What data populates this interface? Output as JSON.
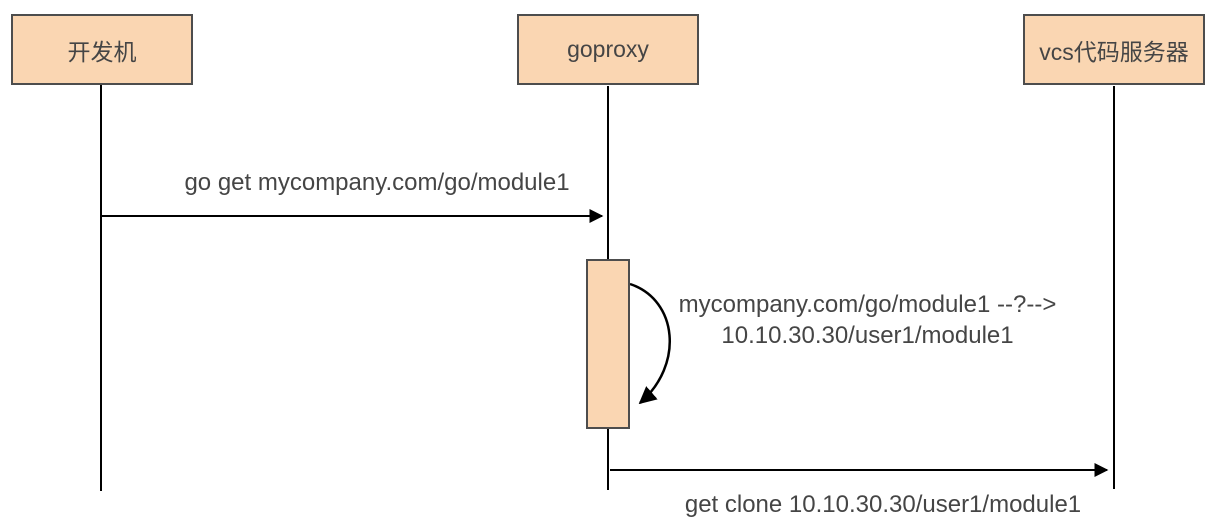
{
  "diagram": {
    "type": "sequence-diagram",
    "colors": {
      "actor_fill": "#FAD6B2",
      "actor_border": "#4D4D4D",
      "line": "#000000",
      "text": "#454545"
    },
    "actors": [
      {
        "id": "dev-machine",
        "label": "开发机"
      },
      {
        "id": "goproxy",
        "label": "goproxy"
      },
      {
        "id": "vcs-server",
        "label": "vcs代码服务器"
      }
    ],
    "messages": [
      {
        "from": "开发机",
        "to": "goproxy",
        "label": "go get mycompany.com/go/module1"
      },
      {
        "from": "goproxy",
        "to": "goproxy",
        "label_line1": "mycompany.com/go/module1 --?-->",
        "label_line2": "10.10.30.30/user1/module1"
      },
      {
        "from": "goproxy",
        "to": "vcs代码服务器",
        "label": "get clone 10.10.30.30/user1/module1"
      }
    ]
  }
}
